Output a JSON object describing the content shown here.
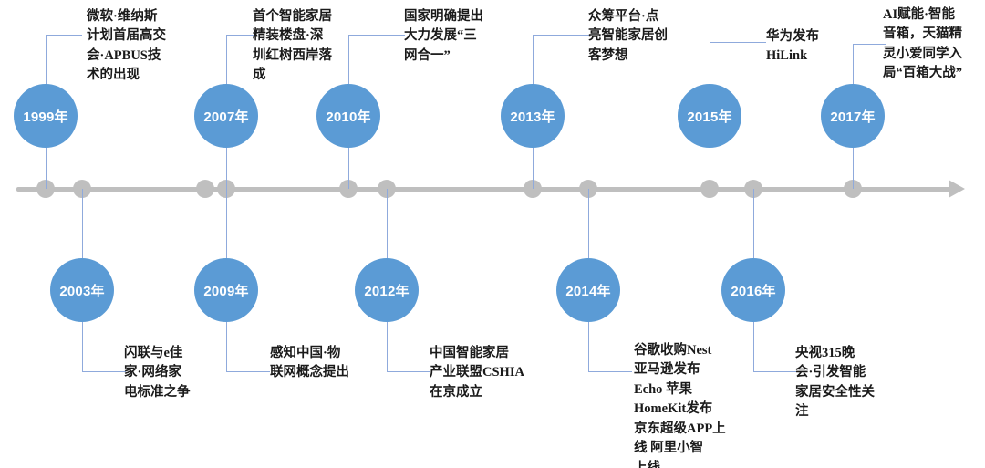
{
  "theme": {
    "bubble_color": "#5B9BD5",
    "axis_color": "#BFBFBF",
    "connector_color": "#8FAADC",
    "text_color": "#1A1A1A"
  },
  "axis": {
    "name": "smart-home-timeline-axis",
    "arrow_direction": "right",
    "dot_count": 11
  },
  "events_above": [
    {
      "year": "1999年",
      "caption": "微软·维纳斯\n计划首届高交\n会·APBUS技\n术的出现"
    },
    {
      "year": "2007年",
      "caption": "首个智能家居\n精装楼盘·深\n圳红树西岸落\n成"
    },
    {
      "year": "2010年",
      "caption": "国家明确提出\n大力发展“三\n网合一”"
    },
    {
      "year": "2013年",
      "caption": "众筹平台·点\n亮智能家居创\n客梦想"
    },
    {
      "year": "2015年",
      "caption": "华为发布\nHiLink"
    },
    {
      "year": "2017年",
      "caption": "AI赋能·智能\n音箱，天猫精\n灵小爱同学入\n局“百箱大战”"
    }
  ],
  "events_below": [
    {
      "year": "2003年",
      "caption": "闪联与e佳\n家·网络家\n电标准之争"
    },
    {
      "year": "2009年",
      "caption": "感知中国·物\n联网概念提出"
    },
    {
      "year": "2012年",
      "caption": "中国智能家居\n产业联盟CSHIA\n在京成立"
    },
    {
      "year": "2014年",
      "caption": "谷歌收购Nest\n亚马逊发布\nEcho  苹果\nHomeKit发布\n京东超级APP上\n线   阿里小智\n上线"
    },
    {
      "year": "2016年",
      "caption": "央视315晚\n会·引发智能\n家居安全性关\n注"
    }
  ]
}
